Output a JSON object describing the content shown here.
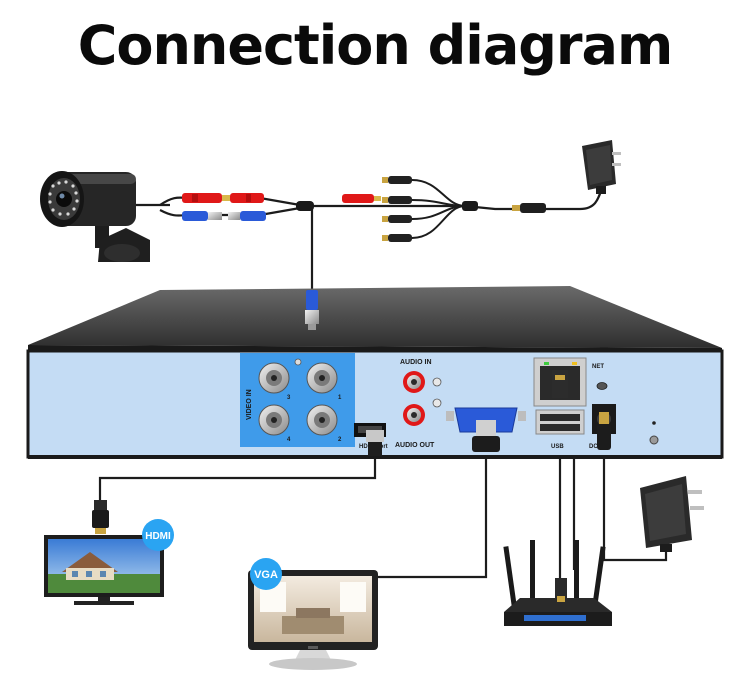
{
  "title": "Connection diagram",
  "dvr": {
    "video_in": "VIDEO IN",
    "ports": [
      "1",
      "2",
      "3",
      "4"
    ],
    "audio_in": "AUDIO IN",
    "audio_out": "AUDIO OUT",
    "hdmi_port": "HDMI port",
    "net": "NET",
    "usb": "USB",
    "dc": "DC12V"
  },
  "badges": {
    "hdmi": "HDMI",
    "vga": "VGA"
  },
  "colors": {
    "panel": "#c4dcf4",
    "bnc_highlight": "#3f9bea",
    "badge": "#2aa4f2",
    "red_connector": "#e01818",
    "blue_connector": "#2a5ad8"
  }
}
